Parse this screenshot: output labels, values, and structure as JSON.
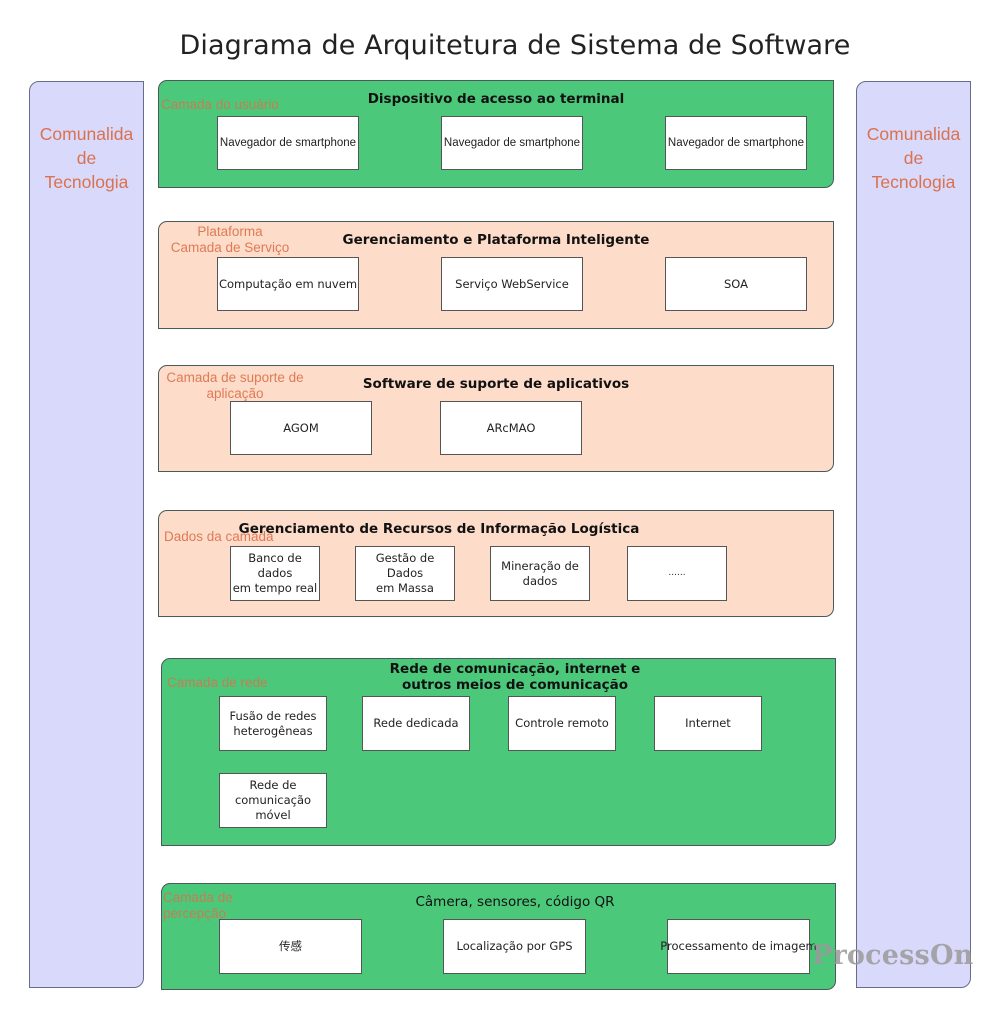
{
  "title": "Diagrama de Arquitetura de Sistema de Software",
  "side_panels": {
    "left": {
      "label": "Comunalida\nde\nTecnologia"
    },
    "right": {
      "label": "Comunalida\nde\nTecnologia"
    }
  },
  "colors": {
    "green_layer": "#4bc87a",
    "peach_layer": "#fddcca",
    "side_panel": "#d9d9fc",
    "layer_label": "#e07a55"
  },
  "layers": [
    {
      "label": "Camada do usuário",
      "title": "Dispositivo de acesso ao terminal",
      "items": [
        "Navegador de smartphone",
        "Navegador de smartphone",
        "Navegador de smartphone"
      ]
    },
    {
      "label": "Plataforma\nCamada de Serviço",
      "title": "Gerenciamento e Plataforma Inteligente",
      "items": [
        "Computação em nuvem",
        "Serviço WebService",
        "SOA"
      ]
    },
    {
      "label": "Camada de suporte de\naplicação",
      "title": "Software de suporte de aplicativos",
      "items": [
        "AGOM",
        "ARcMAO"
      ]
    },
    {
      "label": "Dados da camada",
      "title": "Gerenciamento de Recursos de Informação Logística",
      "items": [
        "Banco de dados\nem tempo real",
        "Gestão de Dados\nem Massa",
        "Mineração de\ndados",
        "......"
      ]
    },
    {
      "label": "Camada de rede",
      "title": "Rede de comunicação, internet e\noutros meios de comunicação",
      "items": [
        "Fusão de redes\nheterogêneas",
        "Rede dedicada",
        "Controle remoto",
        "Internet",
        "Rede de\ncomunicação móvel"
      ]
    },
    {
      "label": "Camada de\npercepção",
      "title": "Câmera, sensores, código QR",
      "items": [
        "传感",
        "Localização por GPS",
        "Processamento de imagem"
      ]
    }
  ],
  "watermark": "ProcessOn"
}
